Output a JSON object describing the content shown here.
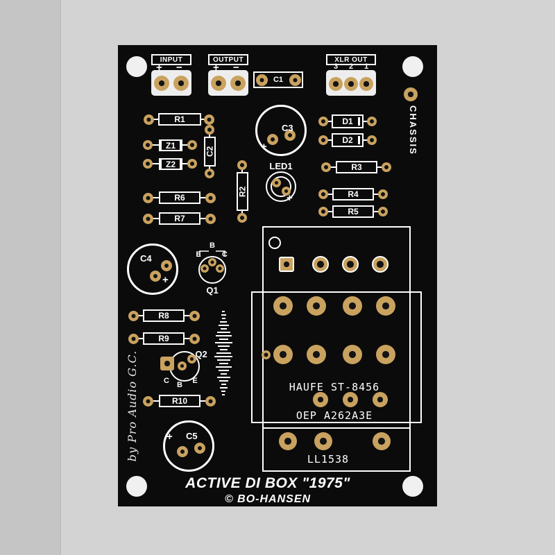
{
  "connectors": {
    "input": {
      "label": "INPUT",
      "plus": "+",
      "minus": "−"
    },
    "output": {
      "label": "OUTPUT",
      "plus": "+",
      "minus": "−"
    },
    "xlr": {
      "label": "XLR OUT",
      "pins": [
        "3",
        "2",
        "1"
      ]
    },
    "chassis_label": "CHASSIS"
  },
  "components": {
    "R1": "R1",
    "R2": "R2",
    "R3": "R3",
    "R4": "R4",
    "R5": "R5",
    "R6": "R6",
    "R7": "R7",
    "R8": "R8",
    "R9": "R9",
    "R10": "R10",
    "C1": "C1",
    "C2": "C2",
    "C3": "C3",
    "C4": "C4",
    "C5": "C5",
    "D1": "D1",
    "D2": "D2",
    "Z1": "Z1",
    "Z2": "Z2",
    "LED1": "LED1",
    "Q1": "Q1",
    "Q2": "Q2",
    "plus": "+"
  },
  "transistor_pins": {
    "q1": [
      "E",
      "B",
      "C"
    ],
    "q2": [
      "C",
      "B",
      "E"
    ]
  },
  "transformer": {
    "line1": "HAUFE ST-8456",
    "line2": "OEP A262A3E",
    "line3": "LL1538"
  },
  "footer": {
    "title": "ACTIVE DI BOX \"1975\"",
    "credit": "© BO-HANSEN"
  },
  "signature": "by Pro Audio G.C.",
  "colors": {
    "board": "#0b0b0b",
    "pad_gold": "#c9a25f",
    "silkscreen": "#ffffff",
    "bg_left": "#c5c5c5",
    "bg_right": "#d3d3d3"
  }
}
